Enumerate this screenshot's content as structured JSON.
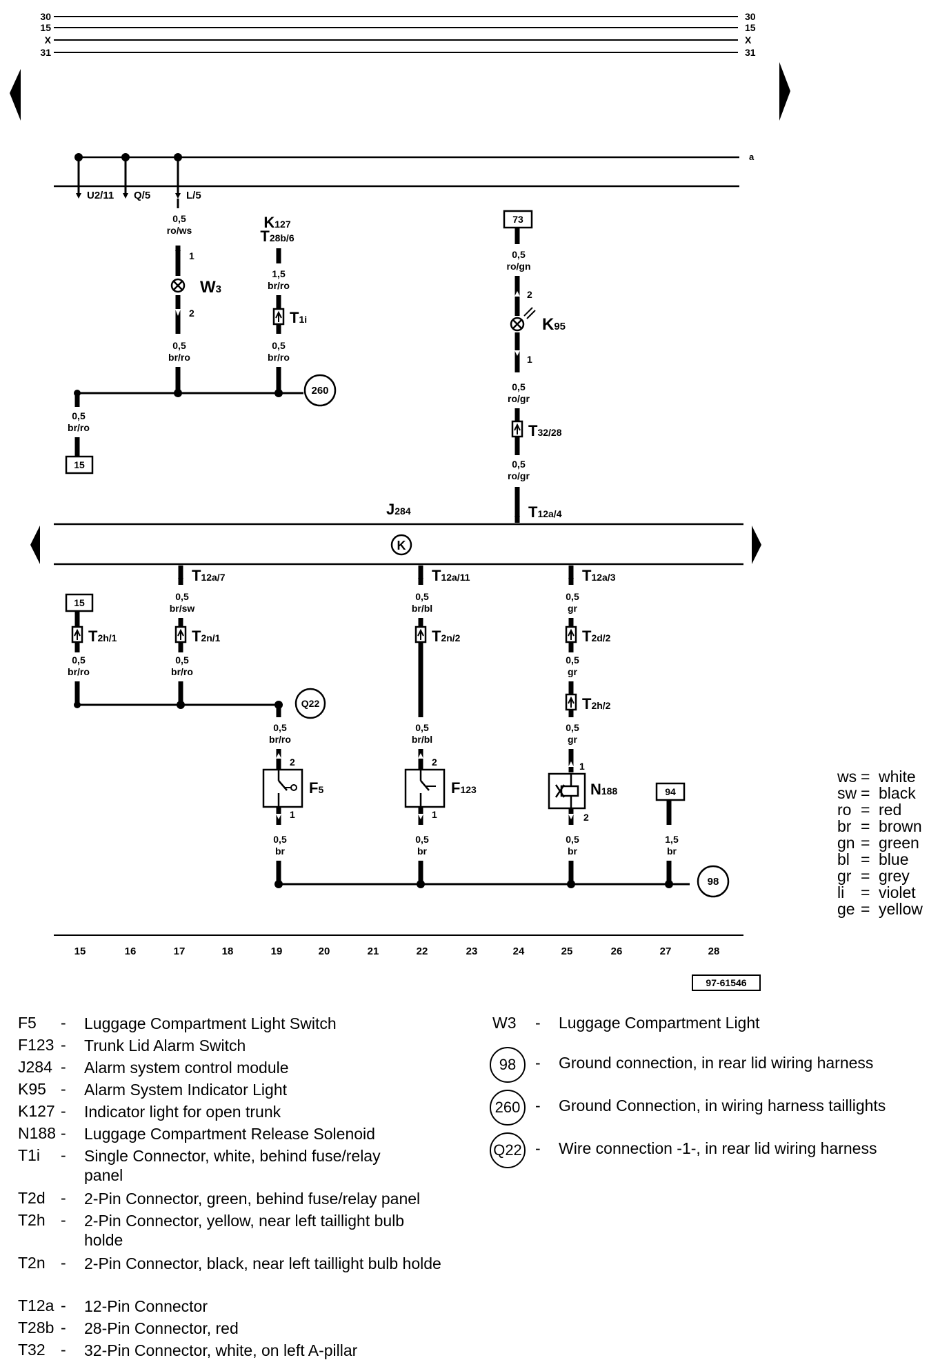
{
  "rails": {
    "labels": [
      "30",
      "15",
      "X",
      "31"
    ]
  },
  "bus_line_label": "a",
  "top_bus_taps": [
    "U2/11",
    "Q/5",
    "L/5"
  ],
  "module": {
    "name_prefix": "J",
    "name_sub": "284",
    "symbol": "K",
    "top_connector_prefix": "T",
    "top_connector_sub": "12a/4"
  },
  "left_top_circuit": {
    "wire_top": [
      "0,5",
      "ro/ws"
    ],
    "w3_label_prefix": "W",
    "w3_label_sub": "3",
    "pin_top": "1",
    "pin_bottom": "2",
    "wire_bottom": [
      "0,5",
      "br/ro"
    ],
    "k127_prefix": "K",
    "k127_sub": "127",
    "t28b_prefix": "T",
    "t28b_sub": "28b/6",
    "k127_wire1": [
      "1,5",
      "br/ro"
    ],
    "t1i_prefix": "T",
    "t1i_sub": "1i",
    "k127_wire2": [
      "0,5",
      "br/ro"
    ],
    "ground_260": "260",
    "left_wire": [
      "0,5",
      "br/ro"
    ],
    "terminal_15": "15"
  },
  "right_top_circuit": {
    "terminal_73": "73",
    "wire1": [
      "0,5",
      "ro/gn"
    ],
    "pin_2": "2",
    "k95_prefix": "K",
    "k95_sub": "95",
    "pin_1": "1",
    "wire2": [
      "0,5",
      "ro/gr"
    ],
    "t32_prefix": "T",
    "t32_sub": "32/28",
    "wire3": [
      "0,5",
      "ro/gr"
    ]
  },
  "bottom_circuits": {
    "terminal_15": "15",
    "t2h1_prefix": "T",
    "t2h1_sub": "2h/1",
    "wire_left": [
      "0,5",
      "br/ro"
    ],
    "t12a7_prefix": "T",
    "t12a7_sub": "12a/7",
    "wire_17a": [
      "0,5",
      "br/sw"
    ],
    "t2n1_prefix": "T",
    "t2n1_sub": "2n/1",
    "wire_17b": [
      "0,5",
      "br/ro"
    ],
    "q22": "Q22",
    "wire_f5_top": [
      "0,5",
      "br/ro"
    ],
    "f5_prefix": "F",
    "f5_sub": "5",
    "f5_pin_top": "2",
    "f5_pin_bottom": "1",
    "wire_f5_bottom": [
      "0,5",
      "br"
    ],
    "t12a11_prefix": "T",
    "t12a11_sub": "12a/11",
    "wire_22a": [
      "0,5",
      "br/bl"
    ],
    "t2n2_prefix": "T",
    "t2n2_sub": "2n/2",
    "wire_22b": [
      "0,5",
      "br/bl"
    ],
    "f123_prefix": "F",
    "f123_sub": "123",
    "f123_pin_top": "2",
    "f123_pin_bottom": "1",
    "wire_f123_bottom": [
      "0,5",
      "br"
    ],
    "t12a3_prefix": "T",
    "t12a3_sub": "12a/3",
    "wire_25a": [
      "0,5",
      "gr"
    ],
    "t2d2_prefix": "T",
    "t2d2_sub": "2d/2",
    "wire_25b": [
      "0,5",
      "gr"
    ],
    "t2h2_prefix": "T",
    "t2h2_sub": "2h/2",
    "wire_25c": [
      "0,5",
      "gr"
    ],
    "n188_prefix": "N",
    "n188_sub": "188",
    "n188_pin_top": "1",
    "n188_pin_bottom": "2",
    "wire_n188_bottom": [
      "0,5",
      "br"
    ],
    "terminal_94": "94",
    "wire_94": [
      "1,5",
      "br"
    ],
    "ground_98": "98"
  },
  "track_numbers": [
    "15",
    "16",
    "17",
    "18",
    "19",
    "20",
    "21",
    "22",
    "23",
    "24",
    "25",
    "26",
    "27",
    "28"
  ],
  "drawing_number": "97-61546",
  "color_legend": [
    {
      "code": "ws",
      "name": "white"
    },
    {
      "code": "sw",
      "name": "black"
    },
    {
      "code": "ro",
      "name": "red"
    },
    {
      "code": "br",
      "name": "brown"
    },
    {
      "code": "gn",
      "name": "green"
    },
    {
      "code": "bl",
      "name": "blue"
    },
    {
      "code": "gr",
      "name": "grey"
    },
    {
      "code": "li",
      "name": "violet"
    },
    {
      "code": "ge",
      "name": "yellow"
    }
  ],
  "component_list_left": [
    {
      "code": "F5",
      "desc": "Luggage Compartment Light Switch"
    },
    {
      "code": "F123",
      "desc": "Trunk Lid Alarm Switch"
    },
    {
      "code": "J284",
      "desc": "Alarm system control module"
    },
    {
      "code": "K95",
      "desc": "Alarm System Indicator Light"
    },
    {
      "code": "K127",
      "desc": "Indicator light for open trunk"
    },
    {
      "code": "N188",
      "desc": "Luggage Compartment Release Solenoid"
    },
    {
      "code": "T1i",
      "desc": "Single Connector, white, behind fuse/relay panel"
    },
    {
      "code": "T2d",
      "desc": "2-Pin Connector, green, behind fuse/relay panel"
    },
    {
      "code": "T2h",
      "desc": "2-Pin Connector, yellow, near left taillight bulb holde"
    },
    {
      "code": "T2n",
      "desc": "2-Pin Connector, black, near left taillight bulb holde"
    },
    {
      "code": "T12a",
      "desc": "12-Pin Connector"
    },
    {
      "code": "T28b",
      "desc": "28-Pin Connector, red"
    },
    {
      "code": "T32",
      "desc": "32-Pin Connector, white, on left A-pillar"
    }
  ],
  "component_list_right": [
    {
      "code": "W3",
      "desc": "Luggage Compartment Light",
      "circled": false
    },
    {
      "code": "98",
      "desc": "Ground connection, in rear lid wiring harness",
      "circled": true
    },
    {
      "code": "260",
      "desc": "Ground Connection, in wiring harness taillights",
      "circled": true
    },
    {
      "code": "Q22",
      "desc": "Wire connection -1-, in rear lid wiring harness",
      "circled": true
    }
  ]
}
